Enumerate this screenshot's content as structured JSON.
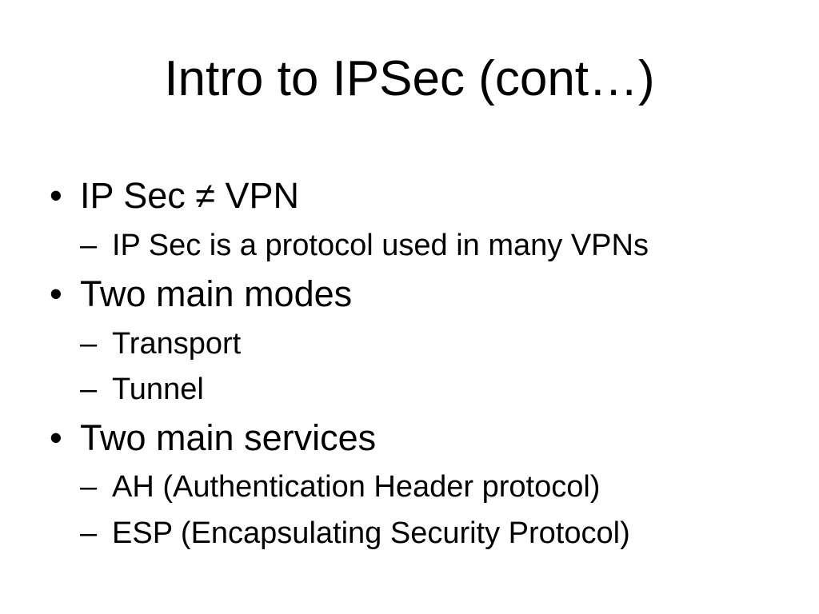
{
  "slide": {
    "title": "Intro to IPSec (cont…)",
    "items": [
      {
        "marker": "•",
        "text": "IP Sec ≠ VPN"
      },
      {
        "marker": "–",
        "text": "IP Sec is a protocol used in many VPNs"
      },
      {
        "marker": "•",
        "text": "Two main modes"
      },
      {
        "marker": "–",
        "text": "Transport"
      },
      {
        "marker": "–",
        "text": "Tunnel"
      },
      {
        "marker": "•",
        "text": "Two main services"
      },
      {
        "marker": "–",
        "text": "AH (Authentication Header protocol)"
      },
      {
        "marker": "–",
        "text": "ESP (Encapsulating Security Protocol)"
      }
    ]
  }
}
